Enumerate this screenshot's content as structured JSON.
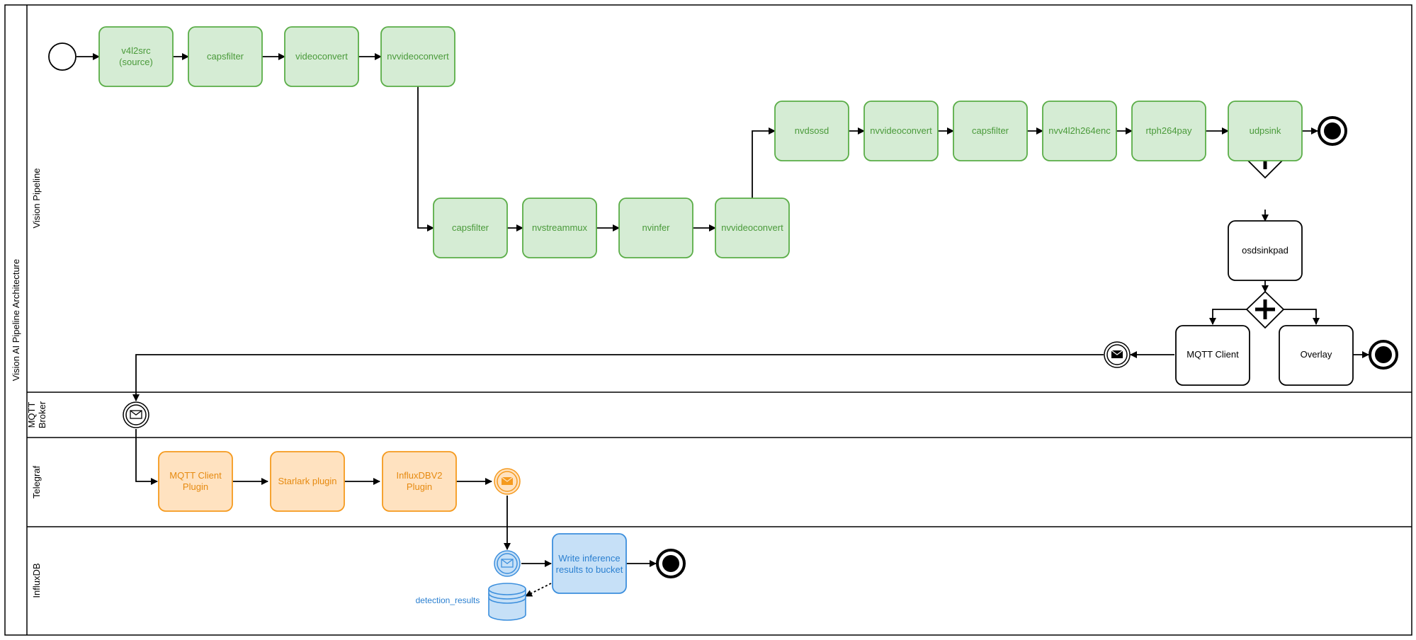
{
  "pool": {
    "title": "Vision AI Pipeline Architecture"
  },
  "lanes": {
    "vision": "Vision Pipeline",
    "mqtt_line1": "MQTT",
    "mqtt_line2": "Broker",
    "telegraf": "Telegraf",
    "influxdb": "InfluxDB"
  },
  "vision_tasks": {
    "v4l2src_line1": "v4l2src",
    "v4l2src_line2": "(source)",
    "capsfilter_1": "capsfilter",
    "videoconvert": "videoconvert",
    "nvvideoconvert_1": "nvvideoconvert",
    "capsfilter_2": "capsfilter",
    "nvstreammux": "nvstreammux",
    "nvinfer": "nvinfer",
    "nvvideoconvert_2": "nvvideoconvert",
    "nvdsosd": "nvdsosd",
    "nvvideoconvert_3": "nvvideoconvert",
    "capsfilter_3": "capsfilter",
    "nvv4l2h264enc": "nvv4l2h264enc",
    "rtph264pay": "rtph264pay",
    "udpsink": "udpsink",
    "osdsinkpad": "osdsinkpad",
    "mqtt_client": "MQTT Client",
    "overlay": "Overlay"
  },
  "telegraf_tasks": {
    "mqtt_plugin_line1": "MQTT Client",
    "mqtt_plugin_line2": "Plugin",
    "starlark": "Starlark plugin",
    "influx_line1": "InfluxDBV2",
    "influx_line2": "Plugin"
  },
  "influx_tasks": {
    "write_line1": "Write inference",
    "write_line2": "results to bucket",
    "datastore": "detection_results"
  },
  "colors": {
    "green_fill": "#d5ecd4",
    "green_stroke": "#5aad47",
    "green_text": "#4a9a3a",
    "orange_fill": "#ffe2c0",
    "orange_stroke": "#f59a1e",
    "orange_text": "#e68a10",
    "blue_fill": "#c6e0f7",
    "blue_stroke": "#3c8fdd",
    "blue_text": "#2a7fd0"
  }
}
